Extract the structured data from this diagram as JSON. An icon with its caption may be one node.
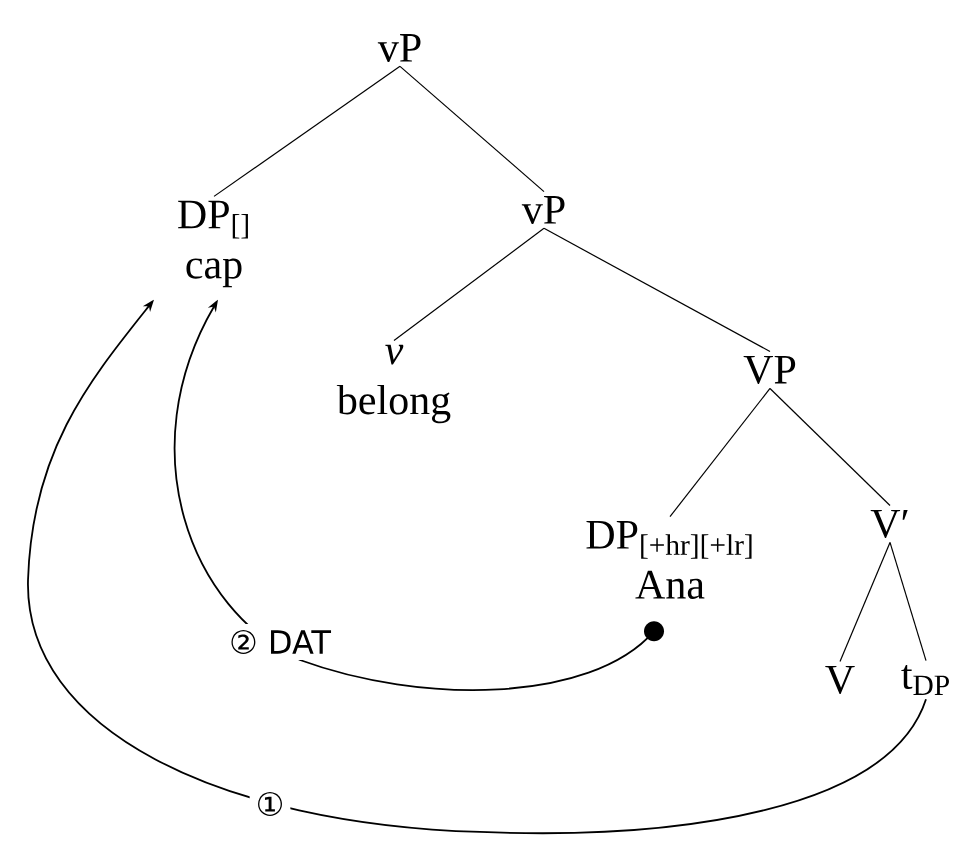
{
  "diagram": {
    "nodes": [
      {
        "text": [
          "vP"
        ]
      },
      {
        "text": [
          "DP$_{[]}$",
          "cap"
        ]
      },
      {
        "text": [
          "vP"
        ]
      },
      {
        "text": [
          "v",
          "belong"
        ]
      },
      {
        "text": [
          "VP"
        ]
      },
      {
        "text": [
          "DP$_{[+hr][+lr]}$",
          "Ana"
        ]
      },
      {
        "text": [
          "V′"
        ]
      },
      {
        "text": [
          "V"
        ]
      },
      {
        "text": [
          "t$_{DP}$"
        ]
      }
    ],
    "edges": [
      {
        "from": 0,
        "to": 1,
        "arrow": "none"
      },
      {
        "from": 0,
        "to": 2,
        "arrow": "none"
      },
      {
        "from": 2,
        "to": 3,
        "arrow": "none"
      },
      {
        "from": 2,
        "to": 4,
        "arrow": "none"
      },
      {
        "from": 4,
        "to": 5,
        "arrow": "none"
      },
      {
        "from": 4,
        "to": 6,
        "arrow": "none"
      },
      {
        "from": 6,
        "to": 7,
        "arrow": "none"
      },
      {
        "from": 6,
        "to": 8,
        "arrow": "none"
      },
      {
        "from": 8,
        "to": 1,
        "arrow": "to",
        "label": "①"
      },
      {
        "from": 5,
        "to": 1,
        "arrow": "to",
        "label": "② DAT"
      }
    ]
  }
}
